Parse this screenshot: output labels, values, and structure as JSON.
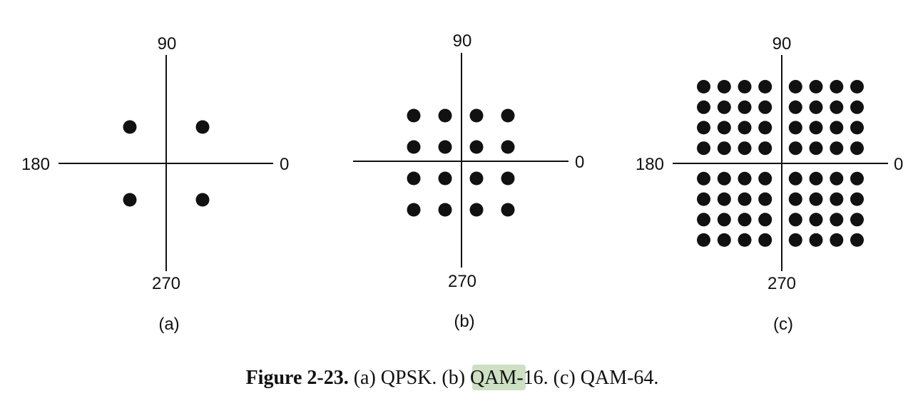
{
  "diagrams": [
    {
      "id": "a",
      "label": "(a)",
      "axis_labels": {
        "top": "90",
        "left": "180",
        "right": "0",
        "bottom": "270"
      },
      "points_per_side": 2
    },
    {
      "id": "b",
      "label": "(b)",
      "axis_labels": {
        "top": "90",
        "left": "",
        "right": "0",
        "bottom": "270"
      },
      "points_per_side": 4
    },
    {
      "id": "c",
      "label": "(c)",
      "axis_labels": {
        "top": "90",
        "left": "180",
        "right": "0",
        "bottom": "270"
      },
      "points_per_side": 8
    }
  ],
  "caption": {
    "figure_number": "Figure 2-23.",
    "part1": "(a) QPSK. (b) ",
    "highlight": "QAM",
    "part2": "-16. (c) QAM-64.",
    "highlight_color": "#cde0c4"
  },
  "colors": {
    "ink": "#111111"
  }
}
